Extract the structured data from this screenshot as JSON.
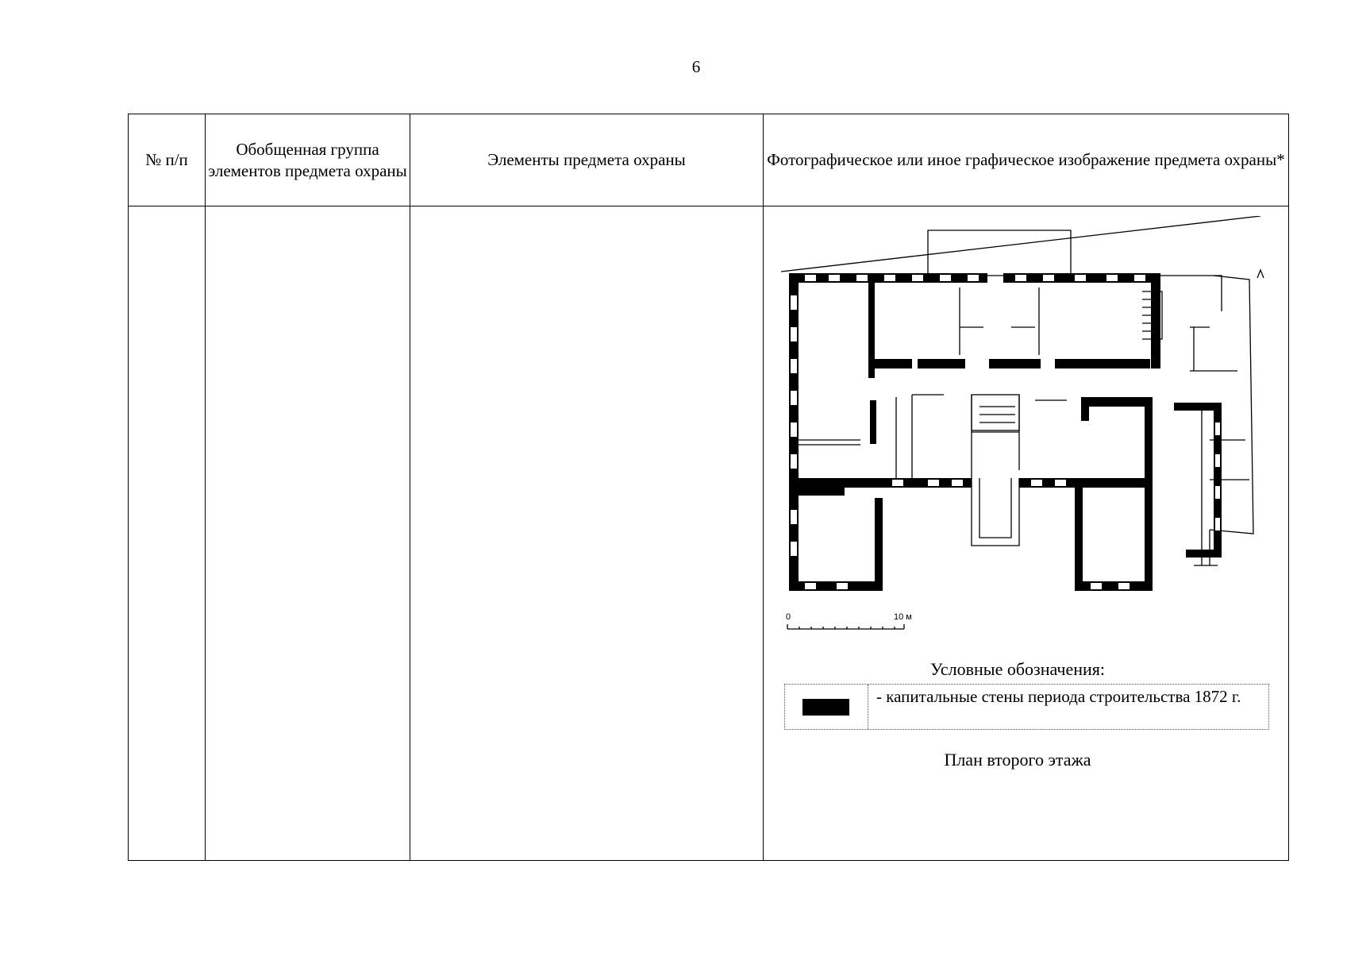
{
  "page": {
    "number": "6"
  },
  "table": {
    "headers": {
      "num": "№ п/п",
      "group": "Обобщенная группа элементов предмета охраны",
      "elements": "Элементы предмета охраны",
      "image": "Фотографическое или иное графическое изображение предмета охраны*"
    },
    "row": {
      "num": "",
      "group": "",
      "elements": ""
    }
  },
  "figure": {
    "scale": {
      "start": "0",
      "end": "10 м"
    },
    "legend_title": "Условные обозначения:",
    "legend_items": [
      {
        "swatch_color": "#000000",
        "text": "- капитальные стены периода строительства 1872 г."
      }
    ],
    "caption": "План второго этажа"
  }
}
